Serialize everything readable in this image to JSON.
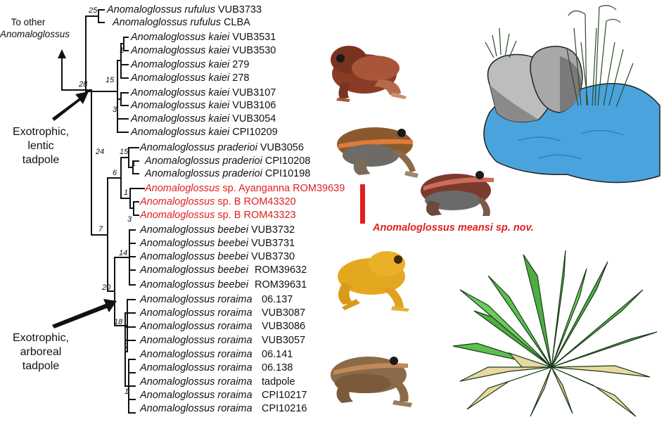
{
  "annotations": {
    "top_line1": "To other",
    "top_line2": "Anomaloglossus",
    "lentic_line1": "Exotrophic,",
    "lentic_line2": "lentic",
    "lentic_line3": "tadpole",
    "arboreal_line1": "Exotrophic,",
    "arboreal_line2": "arboreal",
    "arboreal_line3": "tadpole",
    "new_species": "Anomaloglossus meansi sp. nov."
  },
  "taxa": [
    {
      "genus": "Anomaloglossus",
      "species": "rufulus",
      "voucher": "VUB3733",
      "highlight": false
    },
    {
      "genus": "Anomaloglossus",
      "species": "rufulus",
      "voucher": "CLBA",
      "highlight": false
    },
    {
      "genus": "Anomaloglossus",
      "species": "kaiei",
      "voucher": "VUB3531",
      "highlight": false
    },
    {
      "genus": "Anomaloglossus",
      "species": "kaiei",
      "voucher": "VUB3530",
      "highlight": false
    },
    {
      "genus": "Anomaloglossus",
      "species": "kaiei",
      "voucher": "279",
      "highlight": false
    },
    {
      "genus": "Anomaloglossus",
      "species": "kaiei",
      "voucher": "278",
      "highlight": false
    },
    {
      "genus": "Anomaloglossus",
      "species": "kaiei",
      "voucher": "VUB3107",
      "highlight": false
    },
    {
      "genus": "Anomaloglossus",
      "species": "kaiei",
      "voucher": "VUB3106",
      "highlight": false
    },
    {
      "genus": "Anomaloglossus",
      "species": "kaiei",
      "voucher": "VUB3054",
      "highlight": false
    },
    {
      "genus": "Anomaloglossus",
      "species": "kaiei",
      "voucher": "CPI10209",
      "highlight": false
    },
    {
      "genus": "Anomaloglossus",
      "species": "praderioi",
      "voucher": "VUB3056",
      "highlight": false
    },
    {
      "genus": "Anomaloglossus",
      "species": "praderioi",
      "voucher": "CPI10208",
      "highlight": false
    },
    {
      "genus": "Anomaloglossus",
      "species": "praderioi",
      "voucher": "CPI10198",
      "highlight": false
    },
    {
      "genus": "Anomaloglossus",
      "species": "sp. Ayanganna",
      "voucher": "ROM39639",
      "highlight": true
    },
    {
      "genus": "Anomaloglossus",
      "species": "sp. B",
      "voucher": "ROM43320",
      "highlight": true
    },
    {
      "genus": "Anomaloglossus",
      "species": "sp. B",
      "voucher": "ROM43323",
      "highlight": true
    },
    {
      "genus": "Anomaloglossus",
      "species": "beebei",
      "voucher": "VUB3732",
      "highlight": false
    },
    {
      "genus": "Anomaloglossus",
      "species": "beebei",
      "voucher": "VUB3731",
      "highlight": false
    },
    {
      "genus": "Anomaloglossus",
      "species": "beebei",
      "voucher": "VUB3730",
      "highlight": false
    },
    {
      "genus": "Anomaloglossus",
      "species": "beebei",
      "voucher": "ROM39632",
      "highlight": false
    },
    {
      "genus": "Anomaloglossus",
      "species": "beebei",
      "voucher": "ROM39631",
      "highlight": false
    },
    {
      "genus": "Anomaloglossus",
      "species": "roraima",
      "voucher": "06.137",
      "highlight": false
    },
    {
      "genus": "Anomaloglossus",
      "species": "roraima",
      "voucher": "VUB3087",
      "highlight": false
    },
    {
      "genus": "Anomaloglossus",
      "species": "roraima",
      "voucher": "VUB3086",
      "highlight": false
    },
    {
      "genus": "Anomaloglossus",
      "species": "roraima",
      "voucher": "VUB3057",
      "highlight": false
    },
    {
      "genus": "Anomaloglossus",
      "species": "roraima",
      "voucher": "06.141",
      "highlight": false
    },
    {
      "genus": "Anomaloglossus",
      "species": "roraima",
      "voucher": "06.138",
      "highlight": false
    },
    {
      "genus": "Anomaloglossus",
      "species": "roraima",
      "voucher": "tadpole",
      "highlight": false
    },
    {
      "genus": "Anomaloglossus",
      "species": "roraima",
      "voucher": "CPI10217",
      "highlight": false
    },
    {
      "genus": "Anomaloglossus",
      "species": "roraima",
      "voucher": "CPI10216",
      "highlight": false
    }
  ],
  "supports": [
    "25",
    "28",
    "1",
    "15",
    "3",
    "24",
    "15",
    "1",
    "6",
    "1",
    "3",
    "7",
    "14",
    "20",
    "18",
    "1",
    "1"
  ],
  "colors": {
    "highlight": "#e02020",
    "branch": "#111111",
    "water": "#4aa3dc",
    "leaf": "#5cbf4e",
    "leaf_base": "#e8d9a0"
  },
  "icons": [
    "frog-photo-rufulus",
    "frog-photo-kaiei",
    "frog-photo-meansi",
    "frog-photo-beebei",
    "frog-photo-roraima",
    "pond-rocks-illustration",
    "bromeliad-illustration"
  ]
}
